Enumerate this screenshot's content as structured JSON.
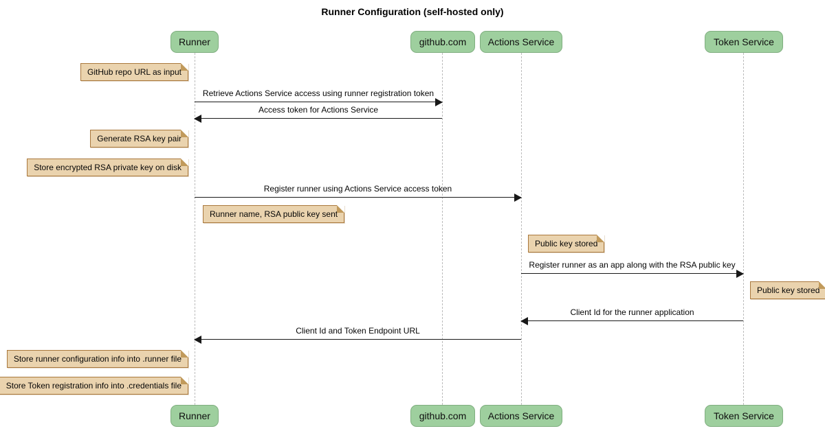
{
  "title": "Runner Configuration (self-hosted only)",
  "participants": [
    {
      "id": "runner",
      "label": "Runner"
    },
    {
      "id": "github",
      "label": "github.com"
    },
    {
      "id": "actions-service",
      "label": "Actions Service"
    },
    {
      "id": "token-service",
      "label": "Token Service"
    }
  ],
  "messages": [
    {
      "from": "Runner",
      "to": "github.com",
      "label": "Retrieve Actions Service access using runner registration token"
    },
    {
      "from": "github.com",
      "to": "Runner",
      "label": "Access token for Actions Service"
    },
    {
      "from": "Runner",
      "to": "Actions Service",
      "label": "Register runner using Actions Service access token"
    },
    {
      "from": "Actions Service",
      "to": "Token Service",
      "label": "Register runner as an app along with the RSA public key"
    },
    {
      "from": "Token Service",
      "to": "Actions Service",
      "label": "Client Id for the runner application"
    },
    {
      "from": "Actions Service",
      "to": "Runner",
      "label": "Client Id and Token Endpoint URL"
    }
  ],
  "notes": [
    {
      "anchor": "left of Runner",
      "text": "GitHub repo URL as input"
    },
    {
      "anchor": "left of Runner",
      "text": "Generate RSA key pair"
    },
    {
      "anchor": "left of Runner",
      "text": "Store encrypted RSA private key on disk"
    },
    {
      "anchor": "right of Runner",
      "text": "Runner name, RSA public key sent"
    },
    {
      "anchor": "right of Actions Service",
      "text": "Public key stored"
    },
    {
      "anchor": "right of Token Service",
      "text": "Public key stored"
    },
    {
      "anchor": "left of Runner",
      "text": "Store runner configuration info into .runner file"
    },
    {
      "anchor": "left of Runner",
      "text": "Store Token registration info into .credentials file"
    }
  ],
  "colors": {
    "participant_fill": "#9ECF9E",
    "participant_border": "#7FAE7F",
    "note_fill": "#EAD3AE",
    "note_border": "#A9773B",
    "note_fold": "#C19A5B",
    "lifeline": "#BBBBBB",
    "arrow": "#181818",
    "text": "#000000",
    "background": "#FFFFFF"
  }
}
